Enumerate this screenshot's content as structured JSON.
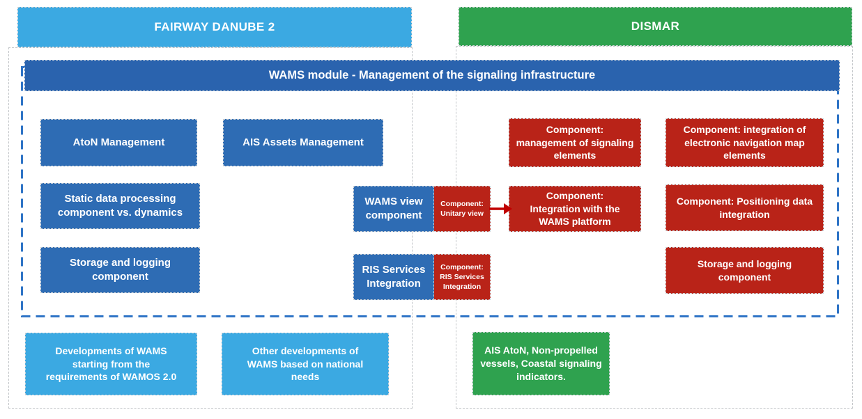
{
  "colors": {
    "accent_blue_light": "#3BA9E2",
    "accent_green": "#2FA24F",
    "banner_blue": "#2A63AE",
    "box_blue": "#2E6CB4",
    "box_red": "#B92318",
    "arrow_red": "#C00000",
    "dash_blue": "#2F74C6"
  },
  "headers": {
    "fairway": "FAIRWAY DANUBE 2",
    "dismar": "DISMAR"
  },
  "banner": {
    "label": "WAMS module - Management of the signaling infrastructure"
  },
  "fairway": {
    "boxes": {
      "aton": "AtoN Management",
      "ais_assets": "AIS Assets Management",
      "static_data": "Static data processing\ncomponent vs. dynamics",
      "storage": "Storage and logging\ncomponent",
      "wams_view": "WAMS view\ncomponent",
      "ris_services": "RIS Services\nIntegration"
    },
    "bottom": {
      "developments": "Developments of WAMS\nstarting from the\nrequirements of WAMOS 2.0",
      "other_developments": "Other developments of\nWAMS based on national\nneeds"
    }
  },
  "dismar": {
    "components": {
      "unitary_view": "Component:\nUnitary view",
      "ris_integration": "Component:\nRIS Services\nIntegration",
      "signaling_elements": "Component:\nmanagement of signaling\nelements",
      "nav_map_elements": "Component: integration of\nelectronic navigation map\nelements",
      "wams_platform": "Component:\nIntegration with the\nWAMS platform",
      "positioning_data": "Component: Positioning data\nintegration",
      "storage": "Storage and logging\ncomponent"
    },
    "bottom": {
      "ais_aton": "AIS AtoN, Non-propelled\nvessels, Coastal signaling\nindicators."
    }
  }
}
